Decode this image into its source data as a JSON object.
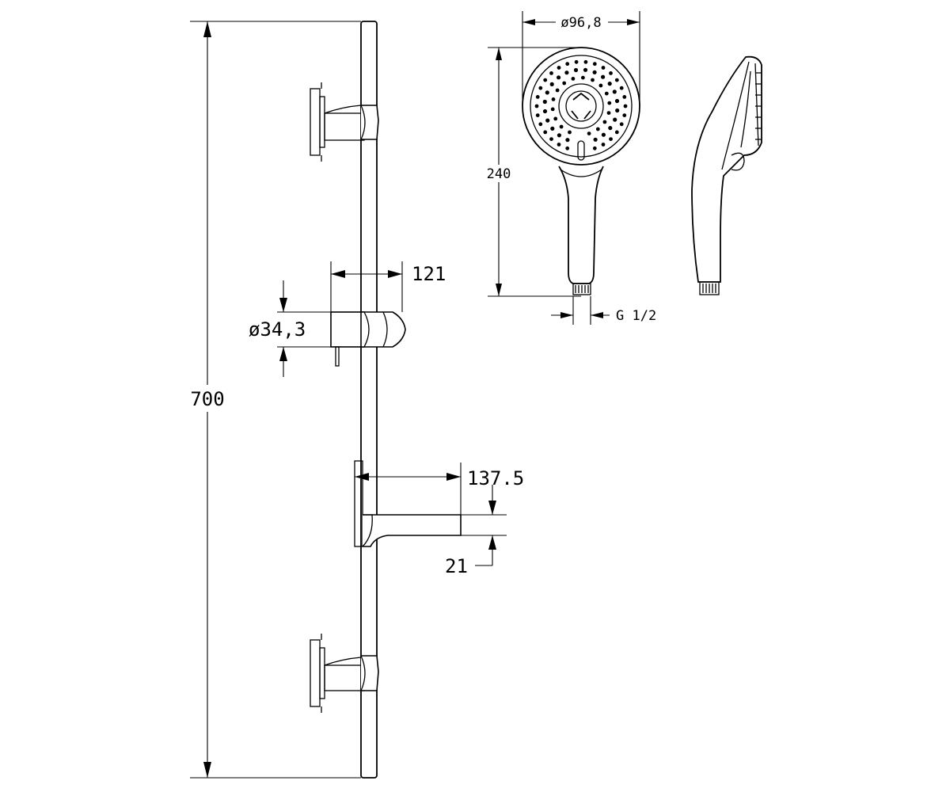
{
  "dimensions": {
    "total_height": "700",
    "holder_width": "121",
    "holder_diameter": "ø34,3",
    "outlet_length": "137.5",
    "outlet_offset": "21",
    "head_diameter": "ø96,8",
    "head_length": "240",
    "thread": "G 1/2"
  }
}
